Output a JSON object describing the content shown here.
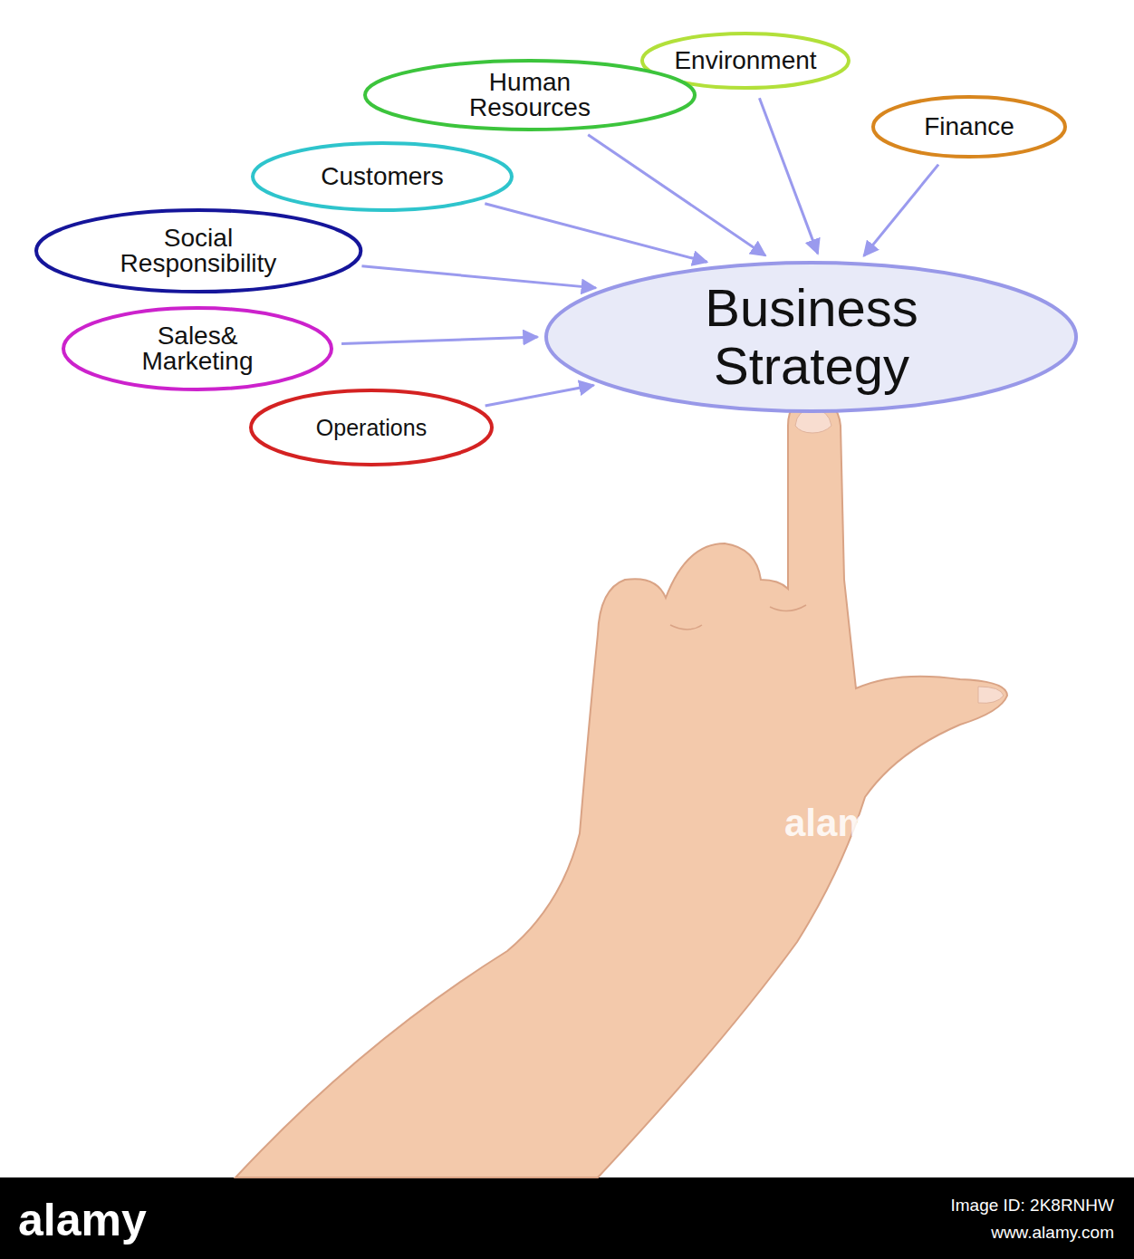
{
  "diagram": {
    "nodes": [
      {
        "text": [
          "Environment"
        ]
      },
      {
        "text": [
          "Human Resources"
        ]
      },
      {
        "text": [
          "Finance"
        ]
      },
      {
        "text": [
          "Customers"
        ]
      },
      {
        "text": [
          "Social Responsibility"
        ]
      },
      {
        "text": [
          "Sales& Marketing"
        ]
      },
      {
        "text": [
          "Operations"
        ]
      },
      {
        "text": [
          "Business Strategy"
        ]
      }
    ],
    "edges": [
      {
        "from": 0,
        "to": 7,
        "arrow": "to"
      },
      {
        "from": 1,
        "to": 7,
        "arrow": "to"
      },
      {
        "from": 2,
        "to": 7,
        "arrow": "to"
      },
      {
        "from": 3,
        "to": 7,
        "arrow": "to"
      },
      {
        "from": 4,
        "to": 7,
        "arrow": "to"
      },
      {
        "from": 5,
        "to": 7,
        "arrow": "to"
      },
      {
        "from": 6,
        "to": 7,
        "arrow": "to"
      }
    ],
    "labels": [
      "alamy",
      "alamy",
      "Image ID: 2K8RNHW",
      "www.alamy.com"
    ]
  }
}
